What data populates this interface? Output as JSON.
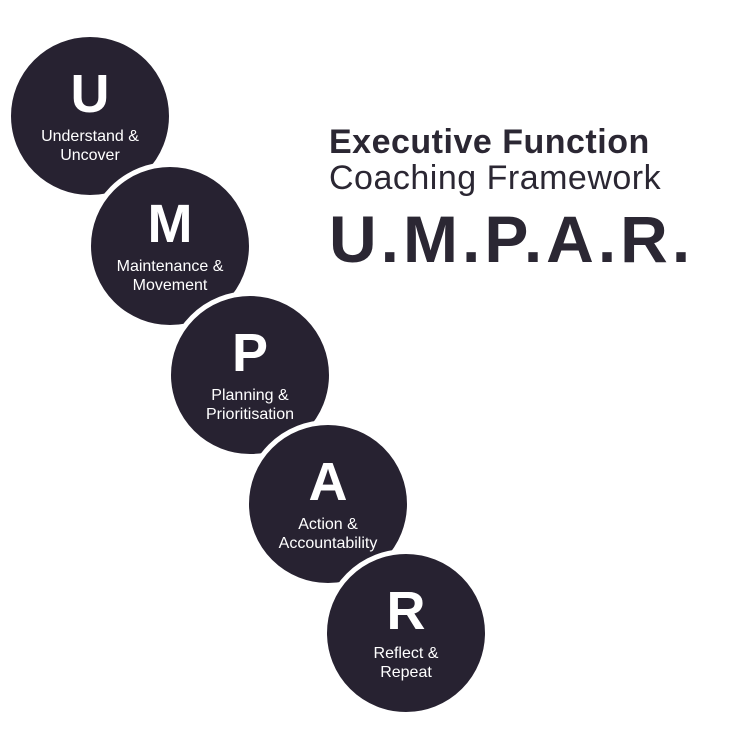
{
  "title": {
    "line1": "Executive Function",
    "line2": "Coaching Framework",
    "acronym": "U.M.P.A.R."
  },
  "steps": [
    {
      "letter": "U",
      "label_line1": "Understand &",
      "label_line2": "Uncover"
    },
    {
      "letter": "M",
      "label_line1": "Maintenance &",
      "label_line2": "Movement"
    },
    {
      "letter": "P",
      "label_line1": "Planning &",
      "label_line2": "Prioritisation"
    },
    {
      "letter": "A",
      "label_line1": "Action &",
      "label_line2": "Accountability"
    },
    {
      "letter": "R",
      "label_line1": "Reflect &",
      "label_line2": "Repeat"
    }
  ],
  "colors": {
    "circle_fill": "#272231",
    "circle_ring": "#FFFFFF",
    "circle_text": "#FFFFFF",
    "heading_text": "#2B2733",
    "background": "#FFFFFF"
  }
}
